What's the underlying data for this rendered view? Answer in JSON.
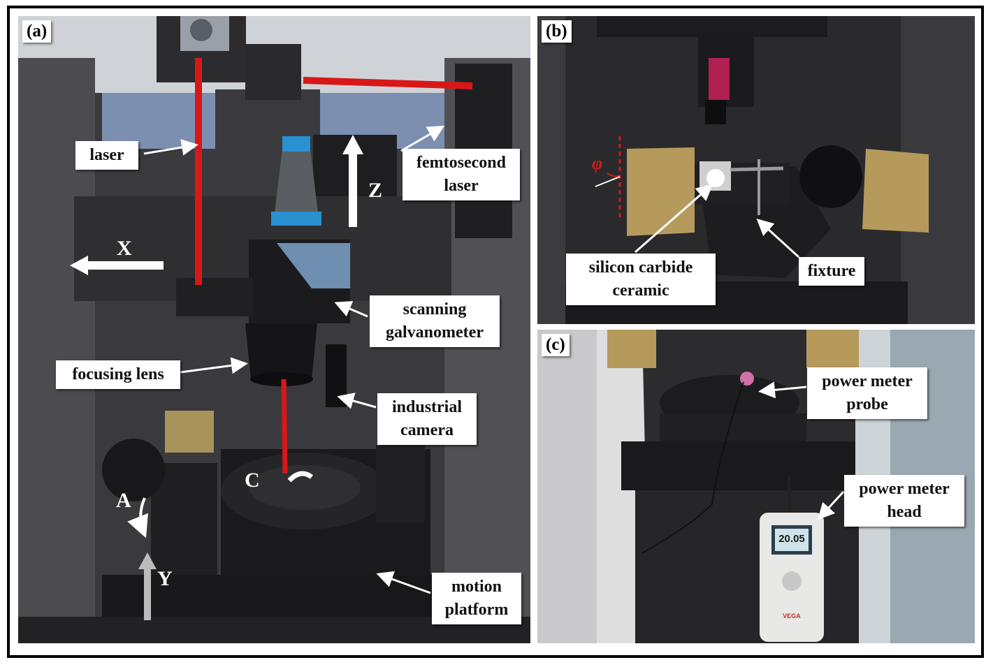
{
  "panels": {
    "a": {
      "label": "(a)"
    },
    "b": {
      "label": "(b)"
    },
    "c": {
      "label": "(c)"
    }
  },
  "callouts": {
    "laser": "laser",
    "femtosecond_laser": [
      "femtosecond",
      "laser"
    ],
    "scanning_galvanometer": [
      "scanning",
      "galvanometer"
    ],
    "focusing_lens": "focusing lens",
    "industrial_camera": [
      "industrial",
      "camera"
    ],
    "motion_platform": [
      "motion",
      "platform"
    ],
    "silicon_carbide_ceramic": [
      "silicon carbide",
      "ceramic"
    ],
    "fixture": "fixture",
    "power_meter_probe": [
      "power meter",
      "probe"
    ],
    "power_meter_head": [
      "power meter",
      "head"
    ]
  },
  "axes": {
    "x": "X",
    "y": "Y",
    "z": "Z",
    "a": "A",
    "c": "C",
    "phi": "φ"
  },
  "device": {
    "reading": "20.05",
    "brand": "VEGA"
  },
  "colors": {
    "beam": "#d81818",
    "frame": "#000000",
    "callout_bg": "#ffffff",
    "brass": "#b59a5c"
  }
}
